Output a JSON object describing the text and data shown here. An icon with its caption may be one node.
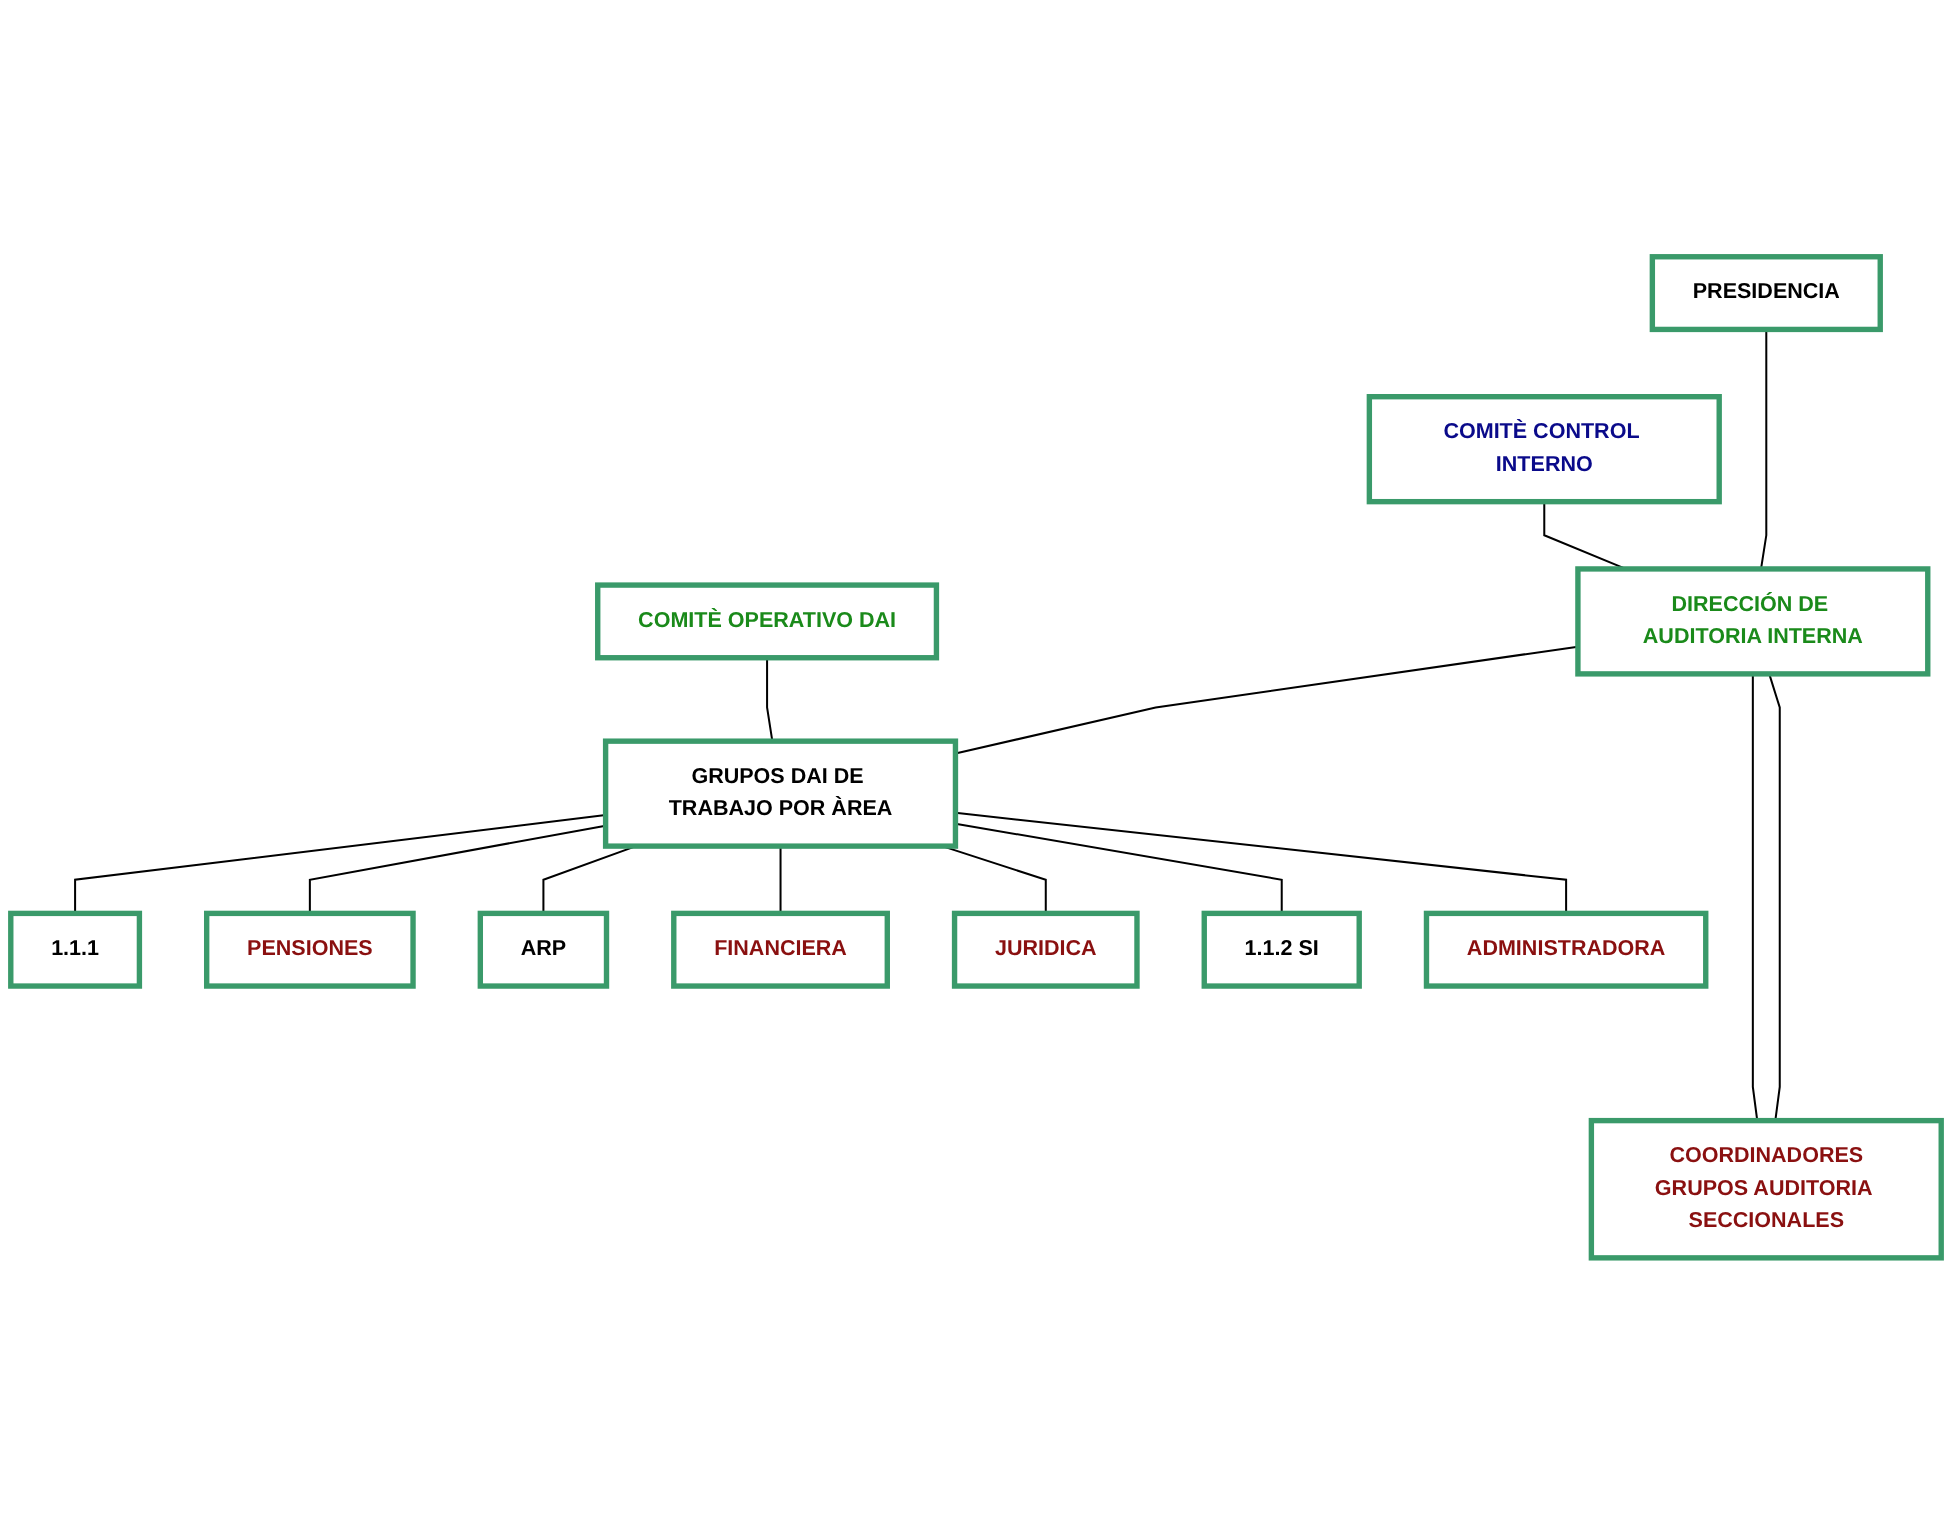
{
  "diagram": {
    "nodes": [
      {
        "text": [
          "PRESIDENCIA"
        ]
      },
      {
        "text": [
          "COMITÈ CONTROL INTERNO"
        ]
      },
      {
        "text": [
          "DIRECCIÓN DE AUDITORIA INTERNA"
        ]
      },
      {
        "text": [
          "COMITÈ OPERATIVO DAI"
        ]
      },
      {
        "text": [
          "GRUPOS DAI DE TRABAJO POR ÀREA"
        ]
      },
      {
        "text": [
          "1.1.1"
        ]
      },
      {
        "text": [
          "PENSIONES"
        ]
      },
      {
        "text": [
          "ARP"
        ]
      },
      {
        "text": [
          "FINANCIERA"
        ]
      },
      {
        "text": [
          "JURIDICA"
        ]
      },
      {
        "text": [
          "1.1.2 SI"
        ]
      },
      {
        "text": [
          "ADMINISTRADORA"
        ]
      },
      {
        "text": [
          "COORDINADORES",
          "GRUPOS AUDITORIA SECCIONALES"
        ]
      }
    ],
    "edges": [
      {
        "from": 0,
        "to": 2,
        "arrow": "none"
      },
      {
        "from": 1,
        "to": 2,
        "arrow": "none"
      },
      {
        "from": 2,
        "to": 4,
        "arrow": "none"
      },
      {
        "from": 3,
        "to": 4,
        "arrow": "none"
      },
      {
        "from": 4,
        "to": 5,
        "arrow": "none"
      },
      {
        "from": 4,
        "to": 6,
        "arrow": "none"
      },
      {
        "from": 4,
        "to": 7,
        "arrow": "none"
      },
      {
        "from": 4,
        "to": 8,
        "arrow": "none"
      },
      {
        "from": 4,
        "to": 9,
        "arrow": "none"
      },
      {
        "from": 4,
        "to": 10,
        "arrow": "none"
      },
      {
        "from": 4,
        "to": 11,
        "arrow": "none"
      },
      {
        "from": 2,
        "to": 12,
        "arrow": "none"
      },
      {
        "from": 2,
        "to": 12,
        "arrow": "none"
      }
    ]
  }
}
